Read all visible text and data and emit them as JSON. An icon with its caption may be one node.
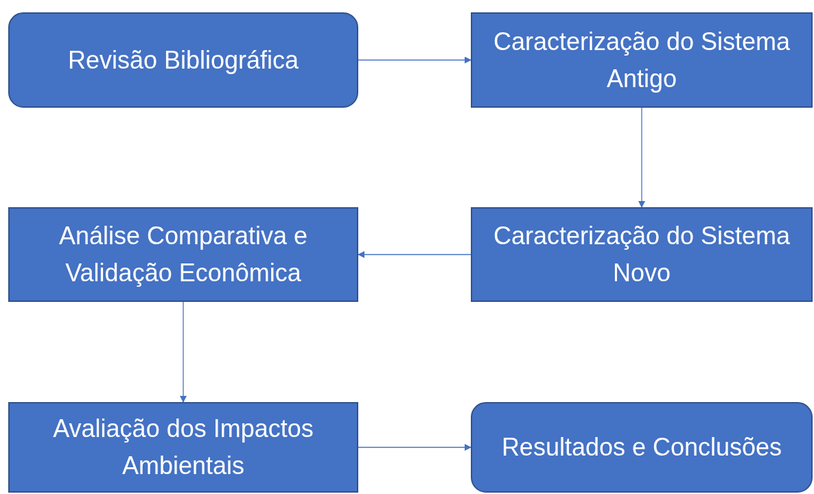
{
  "diagram": {
    "nodes": [
      {
        "text": [
          "Revisão Bibliográfica"
        ]
      },
      {
        "text": [
          "Caracterização do Sistema Antigo"
        ]
      },
      {
        "text": [
          "Caracterização do Sistema Novo"
        ]
      },
      {
        "text": [
          "Análise Comparativa e Validação Econômica"
        ]
      },
      {
        "text": [
          "Avaliação dos Impactos Ambientais"
        ]
      },
      {
        "text": [
          "Resultados e Conclusões"
        ]
      }
    ],
    "edges": [
      {
        "from": 0,
        "to": 1,
        "arrow": "to"
      },
      {
        "from": 1,
        "to": 2,
        "arrow": "to"
      },
      {
        "from": 2,
        "to": 3,
        "arrow": "to"
      },
      {
        "from": 3,
        "to": 4,
        "arrow": "to"
      },
      {
        "from": 4,
        "to": 5,
        "arrow": "to"
      }
    ]
  }
}
